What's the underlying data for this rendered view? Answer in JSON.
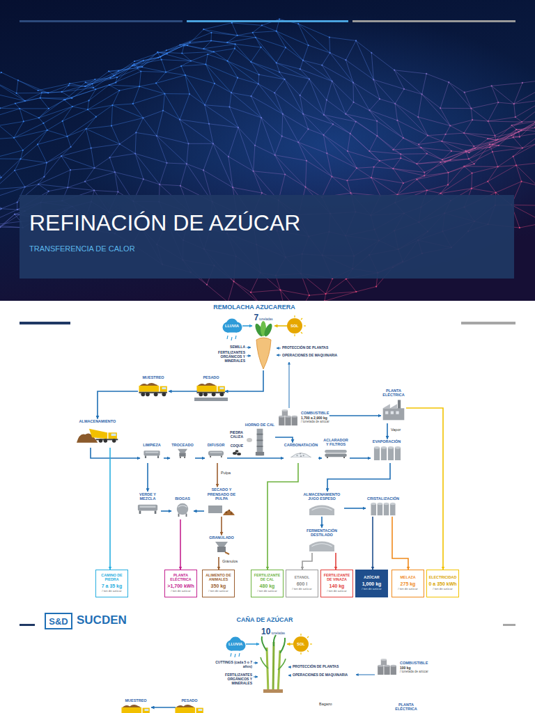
{
  "diagram": {
    "nodes": [
      {
        "text": [
          "REFINACIÓN DE AZÚCAR",
          "TRANSFERENCIA DE CALOR"
        ]
      },
      {
        "text": [
          "7",
          "toneladas"
        ]
      },
      {
        "text": [
          "LLUVIA"
        ]
      },
      {
        "text": [
          "SOL"
        ]
      },
      {
        "text": [
          "MUESTREO"
        ]
      },
      {
        "text": [
          "PESADO"
        ]
      },
      {
        "text": [
          "COMBUSTIBLE",
          "1,700 a 2,900 kg",
          "/ tonelada de azúcar"
        ]
      },
      {
        "text": [
          "PLANTA ELÉCTRICA"
        ]
      },
      {
        "text": [
          "ALMACENAMIENTO"
        ]
      },
      {
        "text": [
          "LIMPIEZA"
        ]
      },
      {
        "text": [
          "TROCEADO"
        ]
      },
      {
        "text": [
          "DIFUSOR"
        ]
      },
      {
        "text": [
          "HORNO DE CAL"
        ]
      },
      {
        "text": [
          "CARBONATACIÓN"
        ]
      },
      {
        "text": [
          "ACLARADOR Y FILTROS"
        ]
      },
      {
        "text": [
          "EVAPORACIÓN"
        ]
      },
      {
        "text": [
          "VERDE Y MEZCLA"
        ]
      },
      {
        "text": [
          "BIOGAS"
        ]
      },
      {
        "text": [
          "SECADO Y PRENSADO DE PULPA"
        ]
      },
      {
        "text": [
          "GRANULADO"
        ]
      },
      {
        "text": [
          "ALMACENAMIENTO JUGO ESPESO"
        ]
      },
      {
        "text": [
          "CRISTALIZACIÓN"
        ]
      },
      {
        "text": [
          "FERMENTACIÓN DESTILADO"
        ]
      },
      {
        "text": [
          "CAMINO DE PIEDRA",
          "7 a 35 kg",
          "/ ton de azúcar"
        ]
      },
      {
        "text": [
          "PLANTA ELÉCTRICA",
          ">1,700 kWh",
          "/ ton de azúcar"
        ]
      },
      {
        "text": [
          "ALIMENTO DE ANIMALES",
          "350 kg",
          "/ ton de azúcar"
        ]
      },
      {
        "text": [
          "FERTILIZANTE DE CAL",
          "480 kg",
          "/ ton de azúcar"
        ]
      },
      {
        "text": [
          "ETANOL",
          "600 l",
          "/ ton de azúcar"
        ]
      },
      {
        "text": [
          "FERTILIZANTE DE VINAZA",
          "140 kg",
          "/ ton de azúcar"
        ]
      },
      {
        "text": [
          "AZÚCAR",
          "1,000 kg",
          "/ ton de azúcar"
        ]
      },
      {
        "text": [
          "MELAZA",
          "275 kg",
          "/ ton de azúcar"
        ]
      },
      {
        "text": [
          "ELECTRICIDAD",
          "0 a 350 kWh",
          "/ ton de azúcar"
        ]
      },
      {
        "text": [
          "S&D"
        ]
      },
      {
        "text": [
          "10",
          "toneladas"
        ]
      },
      {
        "text": [
          "LLUVIA"
        ]
      },
      {
        "text": [
          "SOL"
        ]
      },
      {
        "text": [
          "COMBUSTIBLE",
          "100 kg",
          "/ tonelada de azúcar"
        ]
      },
      {
        "text": [
          "MUESTREO"
        ]
      },
      {
        "text": [
          "PESADO"
        ]
      },
      {
        "text": [
          "PLANTA ELÉCTRICA"
        ]
      }
    ],
    "edges": [
      {
        "from": 2,
        "to": 1,
        "arrow": "to"
      },
      {
        "from": 3,
        "to": 1,
        "arrow": "to"
      },
      {
        "from": 1,
        "to": 5,
        "arrow": "to"
      },
      {
        "from": 5,
        "to": 4,
        "arrow": "to"
      },
      {
        "from": 4,
        "to": 8,
        "arrow": "to"
      },
      {
        "from": 8,
        "to": 9,
        "arrow": "to"
      },
      {
        "from": 9,
        "to": 10,
        "arrow": "to"
      },
      {
        "from": 10,
        "to": 11,
        "arrow": "to"
      },
      {
        "from": 11,
        "to": 13,
        "arrow": "to"
      },
      {
        "from": 12,
        "to": 13,
        "arrow": "to"
      },
      {
        "from": 13,
        "to": 14,
        "arrow": "to"
      },
      {
        "from": 14,
        "to": 15,
        "arrow": "to"
      },
      {
        "from": 6,
        "to": 7,
        "arrow": "to"
      },
      {
        "from": 7,
        "to": 15,
        "label": "Vapor",
        "arrow": "to"
      },
      {
        "from": 7,
        "to": 31,
        "arrow": "to"
      },
      {
        "from": 8,
        "to": 23,
        "arrow": "to"
      },
      {
        "from": 9,
        "to": 16,
        "arrow": "to"
      },
      {
        "from": 16,
        "to": 17,
        "arrow": "to"
      },
      {
        "from": 18,
        "to": 17,
        "arrow": "to"
      },
      {
        "from": 17,
        "to": 24,
        "arrow": "to"
      },
      {
        "from": 11,
        "to": 18,
        "label": "Pulpa",
        "arrow": "to"
      },
      {
        "from": 18,
        "to": 19,
        "arrow": "to"
      },
      {
        "from": 19,
        "to": 25,
        "label": "Gránulos",
        "arrow": "to"
      },
      {
        "from": 13,
        "to": 26,
        "arrow": "to"
      },
      {
        "from": 15,
        "to": 20,
        "arrow": "to"
      },
      {
        "from": 20,
        "to": 21,
        "arrow": "to"
      },
      {
        "from": 20,
        "to": 22,
        "arrow": "to"
      },
      {
        "from": 21,
        "to": 29,
        "arrow": "to"
      },
      {
        "from": 21,
        "to": 30,
        "arrow": "to"
      },
      {
        "from": 22,
        "to": 27,
        "arrow": "to"
      },
      {
        "from": 22,
        "to": 28,
        "arrow": "to"
      },
      {
        "from": 34,
        "to": 33,
        "arrow": "to"
      },
      {
        "from": 35,
        "to": 33,
        "arrow": "to"
      },
      {
        "from": 38,
        "to": 37,
        "arrow": "to"
      }
    ],
    "labels": [
      "REMOLACHA AZUCARERA",
      "SEMILLA",
      "FERTILIZANTES ORGÁNICOS Y MINERALES",
      "PROTECCIÓN DE PLANTAS",
      "OPERACIONES DE MAQUINARIA",
      "PIEDRA CALIZA",
      "COQUE",
      "SUCDEN",
      "CAÑA DE AZÚCAR",
      "CUTTINGS (cada 5 o 7 años)",
      "FERTILIZANTES ORGÁNICOS Y MINERALES",
      "PROTECCIÓN DE PLANTAS",
      "OPERACIONES DE MAQUINARIA",
      "Bagazo"
    ]
  }
}
